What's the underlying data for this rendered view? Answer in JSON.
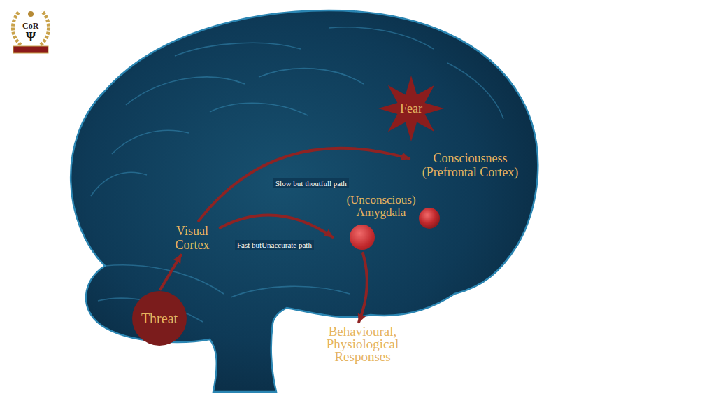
{
  "diagram": {
    "nodes": [
      {
        "text": [
          "Fear"
        ]
      },
      {
        "text": [
          "Consciousness (Prefrontal Cortex)"
        ]
      },
      {
        "text": [
          "(Unconscious) Amygdala"
        ]
      },
      {
        "text": [
          "Visual Cortex"
        ]
      },
      {
        "text": [
          "Behavioural, Physiological Responses"
        ]
      },
      {
        "text": [
          "Threat"
        ]
      }
    ],
    "edges": [
      {
        "from": 5,
        "to": 3,
        "arrow": "to"
      },
      {
        "from": 3,
        "to": 1,
        "label": "Slow but thoutfull path",
        "arrow": "to"
      },
      {
        "from": 3,
        "to": 2,
        "label": "Fast butUnaccurate path",
        "arrow": "to"
      },
      {
        "from": 2,
        "to": 4,
        "arrow": "to"
      }
    ],
    "labels": [
      "CoR",
      "Ψ"
    ]
  }
}
